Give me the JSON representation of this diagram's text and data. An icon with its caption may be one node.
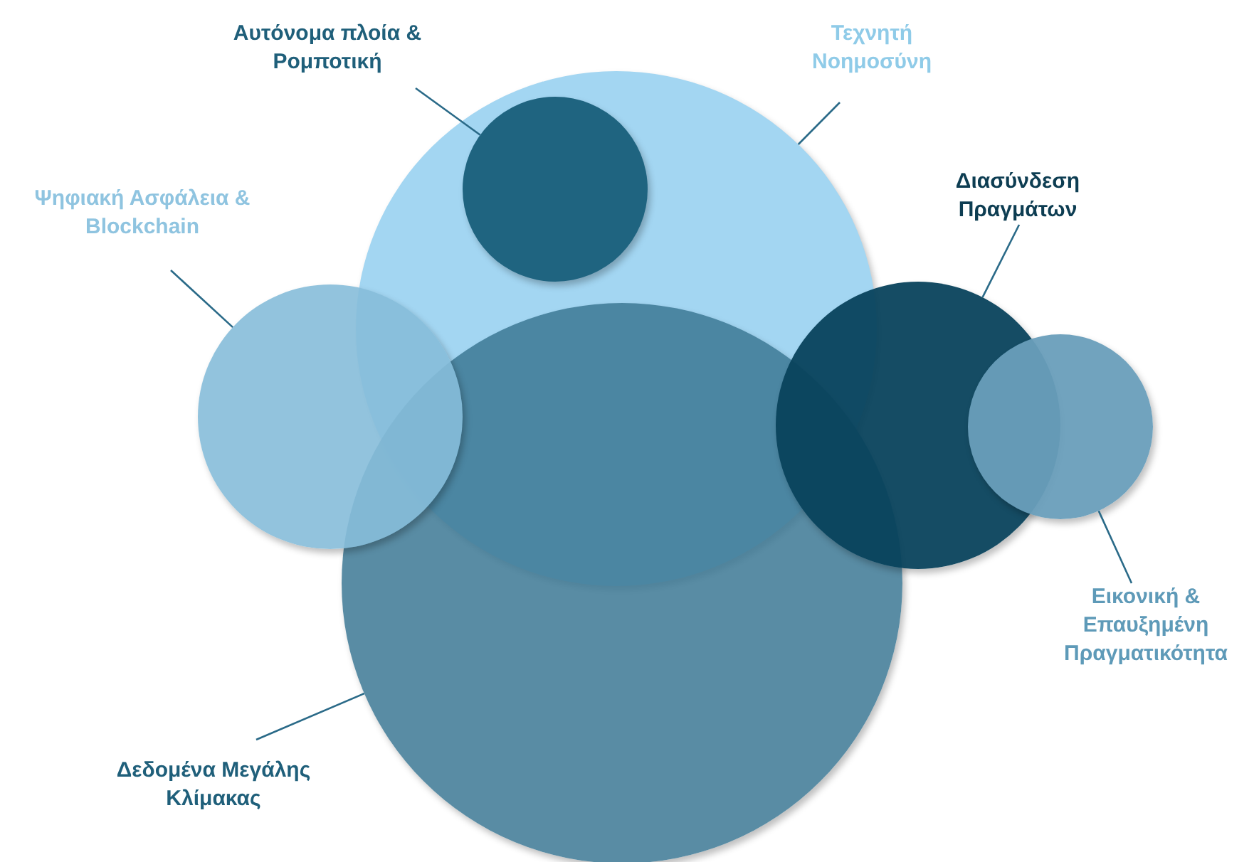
{
  "diagram": {
    "nodes": [
      {
        "text": [
          "Αυτόνομα πλοία & Ρομποτική"
        ]
      },
      {
        "text": [
          "Τεχνητή Νοημοσύνη"
        ]
      },
      {
        "text": [
          "Ψηφιακή Ασφάλεια & Blockchain"
        ]
      },
      {
        "text": [
          "Διασύνδεση Πραγμάτων"
        ]
      },
      {
        "text": [
          "Εικονική & Επαυξημένη Πραγματικότητα"
        ]
      },
      {
        "text": [
          "Δεδομένα Μεγάλης Κλίμακας"
        ]
      },
      {
        "text": [],
        "shape": "circle"
      },
      {
        "text": [],
        "shape": "circle"
      },
      {
        "text": [],
        "shape": "circle"
      },
      {
        "text": [],
        "shape": "circle",
        "in": 8
      },
      {
        "text": [],
        "shape": "circle"
      },
      {
        "text": [],
        "shape": "circle"
      }
    ],
    "edges": [
      {
        "from": 0,
        "to": 9,
        "arrow": "none"
      },
      {
        "from": 1,
        "to": 8,
        "arrow": "none"
      },
      {
        "from": 2,
        "to": 6,
        "arrow": "none"
      },
      {
        "from": 3,
        "to": 10,
        "arrow": "none"
      },
      {
        "from": 4,
        "to": 11,
        "arrow": "none"
      },
      {
        "from": 5,
        "to": 7,
        "arrow": "none"
      }
    ]
  }
}
